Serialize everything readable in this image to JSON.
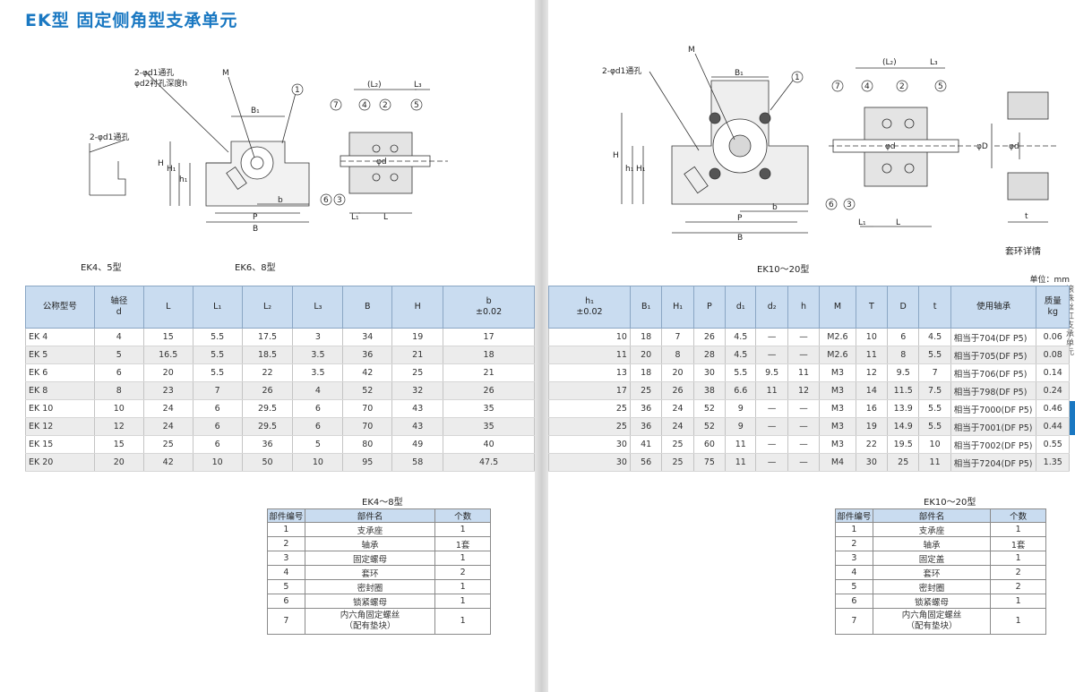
{
  "title": "EK型 固定侧角型支承单元",
  "captions": {
    "ek45": "EK4、5型",
    "ek68": "EK6、8型",
    "ek1020": "EK10～20型",
    "collar": "套环详情",
    "unit": "单位：mm"
  },
  "drawing_labels": {
    "d1_hole": "2-φd1通孔",
    "d2_counter": "φd2衬孔深度h",
    "M": "M",
    "B1": "B₁",
    "H": "H",
    "H1": "H₁",
    "h1": "h₁",
    "P": "P",
    "B": "B",
    "b": "b",
    "L": "L",
    "L1": "L₁",
    "L2": "(L₂)",
    "L3": "L₃",
    "phi_d": "φd",
    "phi_D": "φD",
    "t": "t",
    "n1": "1",
    "n2": "2",
    "n3": "3",
    "n4": "4",
    "n5": "5",
    "n6": "6",
    "n7": "7"
  },
  "left_table": {
    "headers": [
      {
        "top": "公称型号",
        "bottom": ""
      },
      {
        "top": "轴径",
        "bottom": "d"
      },
      {
        "top": "",
        "bottom": "L"
      },
      {
        "top": "",
        "bottom": "L₁"
      },
      {
        "top": "",
        "bottom": "L₂"
      },
      {
        "top": "",
        "bottom": "L₃"
      },
      {
        "top": "",
        "bottom": "B"
      },
      {
        "top": "",
        "bottom": "H"
      },
      {
        "top": "b",
        "bottom": "±0.02"
      }
    ],
    "rows": [
      [
        "EK 4",
        "4",
        "15",
        "5.5",
        "17.5",
        "3",
        "34",
        "19",
        "17"
      ],
      [
        "EK 5",
        "5",
        "16.5",
        "5.5",
        "18.5",
        "3.5",
        "36",
        "21",
        "18"
      ],
      [
        "EK 6",
        "6",
        "20",
        "5.5",
        "22",
        "3.5",
        "42",
        "25",
        "21"
      ],
      [
        "EK 8",
        "8",
        "23",
        "7",
        "26",
        "4",
        "52",
        "32",
        "26"
      ],
      [
        "EK 10",
        "10",
        "24",
        "6",
        "29.5",
        "6",
        "70",
        "43",
        "35"
      ],
      [
        "EK 12",
        "12",
        "24",
        "6",
        "29.5",
        "6",
        "70",
        "43",
        "35"
      ],
      [
        "EK 15",
        "15",
        "25",
        "6",
        "36",
        "5",
        "80",
        "49",
        "40"
      ],
      [
        "EK 20",
        "20",
        "42",
        "10",
        "50",
        "10",
        "95",
        "58",
        "47.5"
      ]
    ]
  },
  "right_table": {
    "headers": [
      {
        "top": "h₁",
        "bottom": "±0.02"
      },
      {
        "top": "",
        "bottom": "B₁"
      },
      {
        "top": "",
        "bottom": "H₁"
      },
      {
        "top": "",
        "bottom": "P"
      },
      {
        "top": "",
        "bottom": "d₁"
      },
      {
        "top": "",
        "bottom": "d₂"
      },
      {
        "top": "",
        "bottom": "h"
      },
      {
        "top": "",
        "bottom": "M"
      },
      {
        "top": "",
        "bottom": "T"
      },
      {
        "top": "",
        "bottom": "D"
      },
      {
        "top": "",
        "bottom": "t"
      },
      {
        "top": "使用轴承",
        "bottom": ""
      },
      {
        "top": "质量",
        "bottom": "kg"
      }
    ],
    "rows": [
      [
        "10",
        "18",
        "7",
        "26",
        "4.5",
        "—",
        "—",
        "M2.6",
        "10",
        "6",
        "4.5",
        "相当于704(DF P5)",
        "0.06"
      ],
      [
        "11",
        "20",
        "8",
        "28",
        "4.5",
        "—",
        "—",
        "M2.6",
        "11",
        "8",
        "5.5",
        "相当于705(DF P5)",
        "0.08"
      ],
      [
        "13",
        "18",
        "20",
        "30",
        "5.5",
        "9.5",
        "11",
        "M3",
        "12",
        "9.5",
        "7",
        "相当于706(DF P5)",
        "0.14"
      ],
      [
        "17",
        "25",
        "26",
        "38",
        "6.6",
        "11",
        "12",
        "M3",
        "14",
        "11.5",
        "7.5",
        "相当于798(DF P5)",
        "0.24"
      ],
      [
        "25",
        "36",
        "24",
        "52",
        "9",
        "—",
        "—",
        "M3",
        "16",
        "13.9",
        "5.5",
        "相当于7000(DF P5)",
        "0.46"
      ],
      [
        "25",
        "36",
        "24",
        "52",
        "9",
        "—",
        "—",
        "M3",
        "19",
        "14.9",
        "5.5",
        "相当于7001(DF P5)",
        "0.44"
      ],
      [
        "30",
        "41",
        "25",
        "60",
        "11",
        "—",
        "—",
        "M3",
        "22",
        "19.5",
        "10",
        "相当于7002(DF P5)",
        "0.55"
      ],
      [
        "30",
        "56",
        "25",
        "75",
        "11",
        "—",
        "—",
        "M4",
        "30",
        "25",
        "11",
        "相当于7204(DF P5)",
        "1.35"
      ]
    ]
  },
  "parts_left": {
    "caption": "EK4～8型",
    "headers": [
      "部件编号",
      "部件名",
      "个数"
    ],
    "rows": [
      [
        "1",
        "支承座",
        "1"
      ],
      [
        "2",
        "轴承",
        "1套"
      ],
      [
        "3",
        "固定螺母",
        "1"
      ],
      [
        "4",
        "套环",
        "2"
      ],
      [
        "5",
        "密封圈",
        "1"
      ],
      [
        "6",
        "锁紧螺母",
        "1"
      ],
      [
        "7",
        "内六角固定螺丝",
        "1"
      ]
    ],
    "note7": "（配有垫块）"
  },
  "parts_right": {
    "caption": "EK10～20型",
    "headers": [
      "部件编号",
      "部件名",
      "个数"
    ],
    "rows": [
      [
        "1",
        "支承座",
        "1"
      ],
      [
        "2",
        "轴承",
        "1套"
      ],
      [
        "3",
        "固定盖",
        "1"
      ],
      [
        "4",
        "套环",
        "2"
      ],
      [
        "5",
        "密封圈",
        "2"
      ],
      [
        "6",
        "锁紧螺母",
        "1"
      ],
      [
        "7",
        "内六角固定螺丝",
        "1"
      ]
    ],
    "note7": "（配有垫块）"
  },
  "side_text": "滚珠丝杠支承单元",
  "colors": {
    "accent": "#1a78c2",
    "header_bg": "#c9dcf0",
    "alt_row": "#ececec"
  }
}
